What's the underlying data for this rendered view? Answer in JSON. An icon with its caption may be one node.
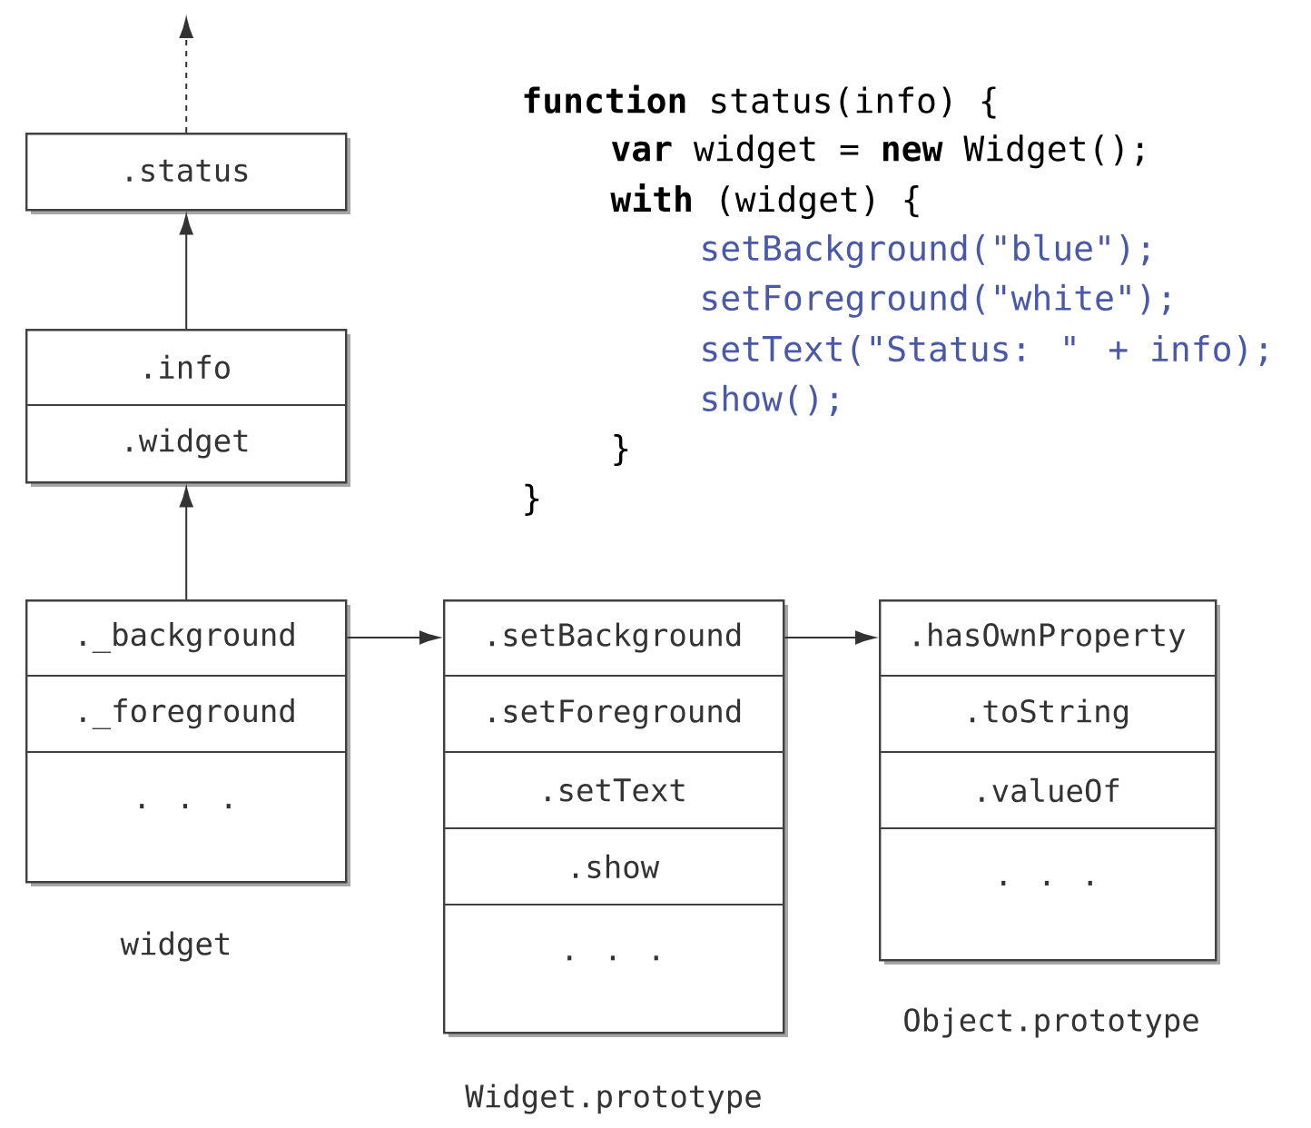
{
  "diagram": {
    "nodes": [
      {
        "text": [
          ".status"
        ]
      },
      {
        "text": [
          ".info",
          ".widget"
        ]
      },
      {
        "text": [
          "._background",
          "._foreground",
          ". . ."
        ],
        "beside": [
          "widget"
        ]
      },
      {
        "text": [
          ".setBackground",
          ".setForeground",
          ".setText",
          ".show",
          ". . ."
        ],
        "beside": [
          "Widget.prototype"
        ]
      },
      {
        "text": [
          ".hasOwnProperty",
          ".toString",
          ".valueOf",
          ". . ."
        ],
        "beside": [
          "Object.prototype"
        ]
      }
    ],
    "edges": [
      {
        "from": 0,
        "to": null,
        "arrow": "to",
        "style": "dashed"
      },
      {
        "from": 1,
        "to": 0,
        "arrow": "to"
      },
      {
        "from": 2,
        "to": 1,
        "arrow": "to"
      },
      {
        "from": 2,
        "to": 3,
        "arrow": "to"
      },
      {
        "from": 3,
        "to": 4,
        "arrow": "to"
      }
    ],
    "labels": [
      "**function** status(info) {",
      "**var** widget = **new** Widget();",
      "**with** (widget) {",
      "setBackground(\"blue\");",
      "setForeground(\"white\");",
      "setText(\"Status: \" + info);",
      "show();",
      "}",
      "}"
    ]
  }
}
